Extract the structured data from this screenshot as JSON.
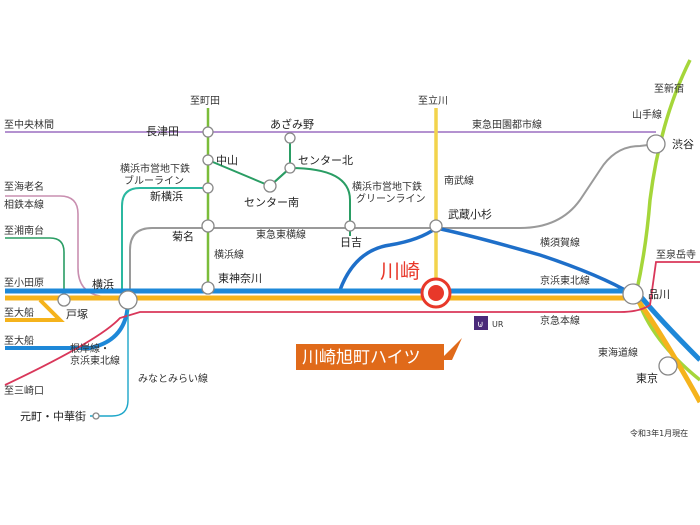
{
  "colors": {
    "jr_blue": "#1e88d8",
    "yellow": "#f5b31c",
    "nambu": "#f2d34c",
    "keikyu": "#d9375a",
    "tokyu": "#3a66c2",
    "green": "#2a9d64",
    "yamanote": "#a5d63a",
    "gray": "#9a9a9a",
    "sotetsu": "#c98fb0",
    "minatomirai": "#1da6c9",
    "shinjuku_line": "#9b6fc1",
    "callout": "#e06a1a",
    "kawasaki_red": "#e8382a"
  },
  "stations": {
    "nagatsuta": "長津田",
    "nakayama": "中山",
    "azamino": "あざみ野",
    "center_kita": "センター北",
    "center_minami": "センター南",
    "shin_yokohama": "新横浜",
    "kikuna": "菊名",
    "hiyoshi": "日吉",
    "musashi_kosugi": "武蔵小杉",
    "higashi_kanagawa": "東神奈川",
    "yokohama": "横浜",
    "totsuka": "戸塚",
    "kawasaki": "川崎",
    "shinagawa": "品川",
    "shibuya": "渋谷",
    "tokyo": "東京",
    "motomachi": "元町・中華街"
  },
  "destinations": {
    "machida": "至町田",
    "chuo_rinkan": "至中央林間",
    "ebina": "至海老名",
    "shonandai": "至湘南台",
    "odawara": "至小田原",
    "ofuna1": "至大船",
    "ofuna2": "至大船",
    "misakiguchi": "至三崎口",
    "tachikawa": "至立川",
    "shinjuku": "至新宿",
    "sengakuji": "至泉岳寺"
  },
  "lines": {
    "denentoshi": "東急田園都市線",
    "yamanote": "山手線",
    "blue_line": "横浜市営地下鉄\nブルーライン",
    "green_line": "横浜市営地下鉄\nグリーンライン",
    "sotetsu": "相鉄本線",
    "toyoko": "東急東横線",
    "yokohama_line": "横浜線",
    "nambu": "南武線",
    "yokosuka": "横須賀線",
    "keihin_tohoku": "京浜東北線",
    "keikyu": "京急本線",
    "tokaido": "東海道線",
    "negishi": "根岸線・\n京浜東北線",
    "minatomirai": "みなとみらい線"
  },
  "callout": {
    "label": "川崎旭町ハイツ",
    "logo_text": "UR"
  },
  "date_note": "令和3年1月現在"
}
